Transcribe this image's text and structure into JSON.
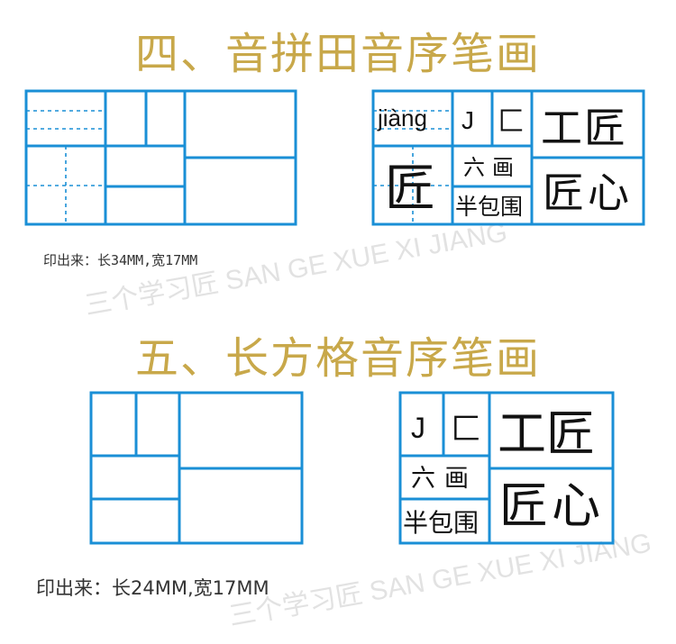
{
  "section_four": {
    "heading": "四、音拼田音序笔画",
    "caption": "印出来：长34MM,宽17MM",
    "example": {
      "pinyin": "jiàng",
      "initial": "J",
      "radical": "匚",
      "char": "匠",
      "strokes": "六画",
      "structure": "半包围",
      "word1": "工匠",
      "word2": "匠心"
    }
  },
  "section_five": {
    "heading": "五、长方格音序笔画",
    "caption": "印出来：长24MM,宽17MM",
    "example": {
      "initial": "J",
      "radical": "匚",
      "strokes": "六画",
      "structure": "半包围",
      "word1": "工匠",
      "word2": "匠心"
    }
  },
  "watermark": {
    "line1": "三个学习匠 SAN GE XUE XI JIANG",
    "line2": "三个学习匠 SAN GE XUE XI JIANG"
  },
  "colors": {
    "grid": "#1a8fd6",
    "heading": "#c8a84a",
    "ink": "#111111"
  }
}
